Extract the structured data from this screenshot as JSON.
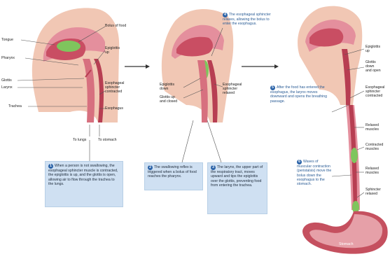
{
  "colors": {
    "skin": "#f1c7b4",
    "tissue_pink": "#e48f9d",
    "tissue_dark": "#b73e52",
    "bolus": "#7fc55d",
    "box_fill": "#cfe0f2",
    "number_badge": "#2b63a8",
    "arrow": "#333333"
  },
  "panel1": {
    "labels": {
      "tongue": "Tongue",
      "pharynx": "Pharynx",
      "glottis": "Glottis",
      "larynx": "Larynx",
      "trachea": "Trachea",
      "bolus": "Bolus of food",
      "epiglottis_up": "Epiglottis\nup",
      "esophageal_sphincter_contracted": "Esophageal\nsphincter\ncontracted",
      "esophagus": "Esophagus",
      "to_lungs": "To lungs",
      "to_stomach": "To stomach"
    },
    "step_number": "1",
    "step_text": "When a person is not swallowing, the esophageal sphincter muscle is contracted, the epiglottis is up, and the glottis is open, allowing air to flow through the trachea to the lungs."
  },
  "panel2": {
    "labels": {
      "epiglottis_down": "Epiglottis\ndown",
      "glottis_up_closed": "Glottis up\nand closed",
      "esophageal_sphincter_relaxed": "Esophageal\nsphincter\nrelaxed"
    },
    "top_step_number": "4",
    "top_step_text": "The esophageal sphincter relaxes, allowing the bolus to enter the esophagus.",
    "step2_number": "2",
    "step2_text": "The swallowing reflex is triggered when a bolus of food reaches the pharynx.",
    "step3_number": "3",
    "step3_text": "The larynx, the upper part of the respiratory tract, moves upward and tips the epiglottis over the glottis, preventing food from entering the trachea."
  },
  "panel3": {
    "labels": {
      "epiglottis_up": "Epiglottis\nup",
      "glottis_down_open": "Glottis\ndown\nand open",
      "esophageal_sphincter_contracted": "Esophageal\nsphincter\ncontracted",
      "relaxed_muscles_1": "Relaxed\nmuscles",
      "contracted_muscles": "Contracted\nmuscles",
      "relaxed_muscles_2": "Relaxed\nmuscles",
      "sphincter_relaxed": "Sphincter\nrelaxed",
      "stomach": "Stomach"
    },
    "step5_number": "5",
    "step5_text": "After the food has entered the esophagus, the larynx moves downward and opens the breathing passage.",
    "step6_number": "6",
    "step6_text": "Waves of muscular contraction (peristalsis) move the bolus down the esophagus to the stomach."
  }
}
